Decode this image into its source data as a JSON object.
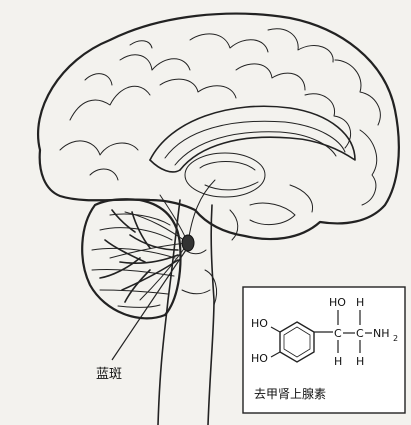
{
  "labels": {
    "locus_coeruleus": "蓝斑"
  },
  "inset": {
    "title": "去甲肾上腺素",
    "molecule": {
      "ring_substituent_top": "HO",
      "ring_substituent_bottom": "HO",
      "oh_label": "HO",
      "h_top": "H",
      "h_bottom_left": "H",
      "h_bottom_right": "H",
      "amine": "NH",
      "amine_subscript": "2",
      "carbon_left": "C",
      "carbon_right": "C"
    }
  },
  "colors": {
    "ink": "#222222",
    "background": "#f3f2ee",
    "inset_background": "#ffffff"
  }
}
